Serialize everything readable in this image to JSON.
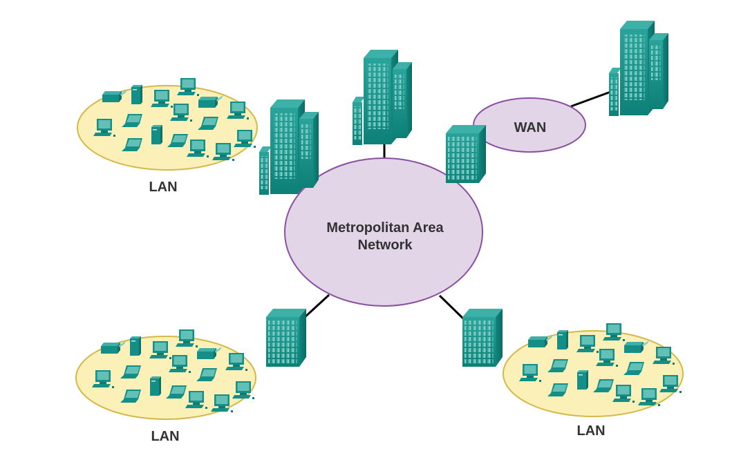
{
  "diagram": {
    "title": "Metropolitan Area Network topology",
    "colors": {
      "man_fill": "#e1d5e7",
      "man_stroke": "#8b4fa0",
      "lan_fill": "#fbf0b8",
      "lan_stroke": "#d4b84a",
      "device": "#138f87",
      "device_light": "#5fbfb6",
      "link": "#000000",
      "label": "#333333"
    },
    "nodes": {
      "man": {
        "label_line1": "Metropolitan Area",
        "label_line2": "Network"
      },
      "wan": {
        "label": "WAN"
      },
      "lan_top_left": {
        "label": "LAN"
      },
      "lan_bottom_left": {
        "label": "LAN"
      },
      "lan_bottom_right": {
        "label": "LAN"
      }
    },
    "buildings": [
      "building-campus-top-left",
      "building-campus-top",
      "building-office-wan-gateway",
      "building-campus-remote",
      "building-office-bottom-left",
      "building-office-bottom-right"
    ],
    "links": [
      {
        "from": "man",
        "to": "building-campus-top"
      },
      {
        "from": "wan",
        "to": "building-campus-remote"
      },
      {
        "from": "man",
        "to": "building-office-bottom-left"
      },
      {
        "from": "man",
        "to": "building-office-bottom-right"
      }
    ]
  }
}
